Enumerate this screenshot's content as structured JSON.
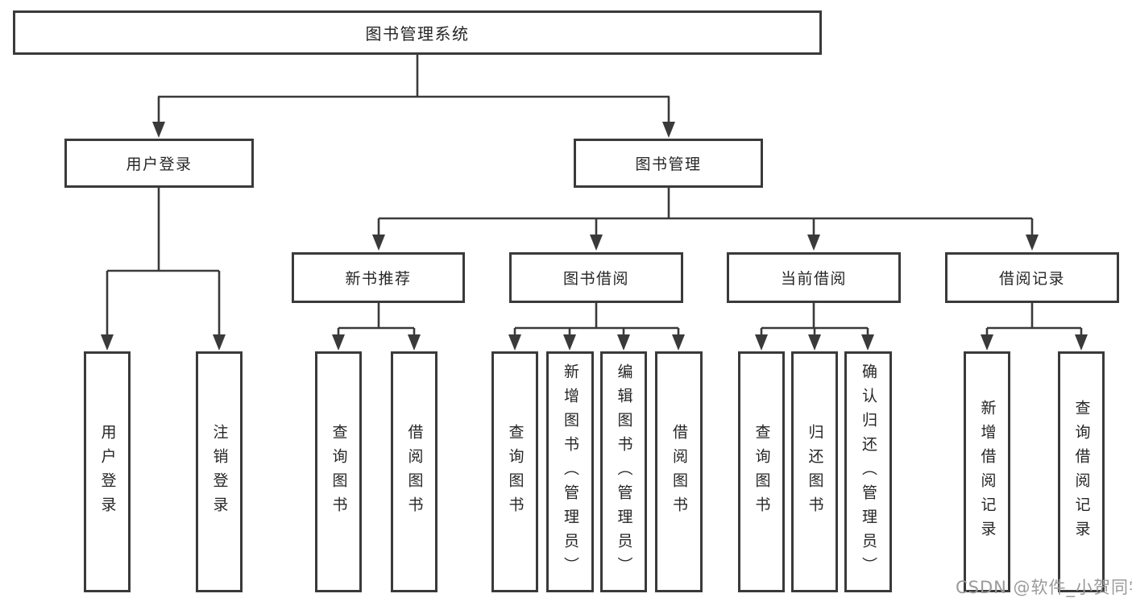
{
  "diagram": {
    "type": "hierarchy-tree",
    "title": "图书管理系统"
  },
  "tree": {
    "label": "图书管理系统",
    "children": [
      {
        "label": "用户登录",
        "children": [
          {
            "label": "用户登录"
          },
          {
            "label": "注销登录"
          }
        ]
      },
      {
        "label": "图书管理",
        "children": [
          {
            "label": "新书推荐",
            "children": [
              {
                "label": "查询图书"
              },
              {
                "label": "借阅图书"
              }
            ]
          },
          {
            "label": "图书借阅",
            "children": [
              {
                "label": "查询图书"
              },
              {
                "label": "新增图书（管理员）"
              },
              {
                "label": "编辑图书（管理员）"
              },
              {
                "label": "借阅图书"
              }
            ]
          },
          {
            "label": "当前借阅",
            "children": [
              {
                "label": "查询图书"
              },
              {
                "label": "归还图书"
              },
              {
                "label": "确认归还（管理员）"
              }
            ]
          },
          {
            "label": "借阅记录",
            "children": [
              {
                "label": "新增借阅记录"
              },
              {
                "label": "查询借阅记录"
              }
            ]
          }
        ]
      }
    ]
  },
  "watermark": {
    "text": "CSDN @软件_小贺同学",
    "color": "#9a9a9a"
  },
  "colors": {
    "line": "#3a3a3a",
    "box_border": "#3a3a3a",
    "text": "#262626",
    "background": "#ffffff"
  }
}
